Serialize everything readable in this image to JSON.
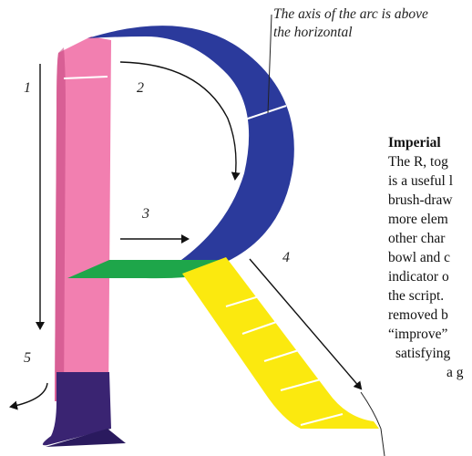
{
  "caption": {
    "line1": "The axis of the arc is above",
    "line2": "the horizontal"
  },
  "steps": [
    "1",
    "2",
    "3",
    "4",
    "5"
  ],
  "text_block": {
    "heading": "Imperial",
    "lines": [
      "The R, tog",
      "is a useful l",
      "brush-draw",
      "more elem",
      "other char",
      "bowl and c",
      "indicator o",
      "the script.",
      "removed b",
      "“improve”",
      "satisfying",
      "a g"
    ]
  },
  "colors": {
    "stem": "#f27fb0",
    "stem_shadow": "#8a1d5b",
    "foot": "#3a2472",
    "bowl": "#2b3a9c",
    "crossbar": "#1ea64a",
    "leg": "#fbe90f",
    "arrow": "#111111"
  }
}
